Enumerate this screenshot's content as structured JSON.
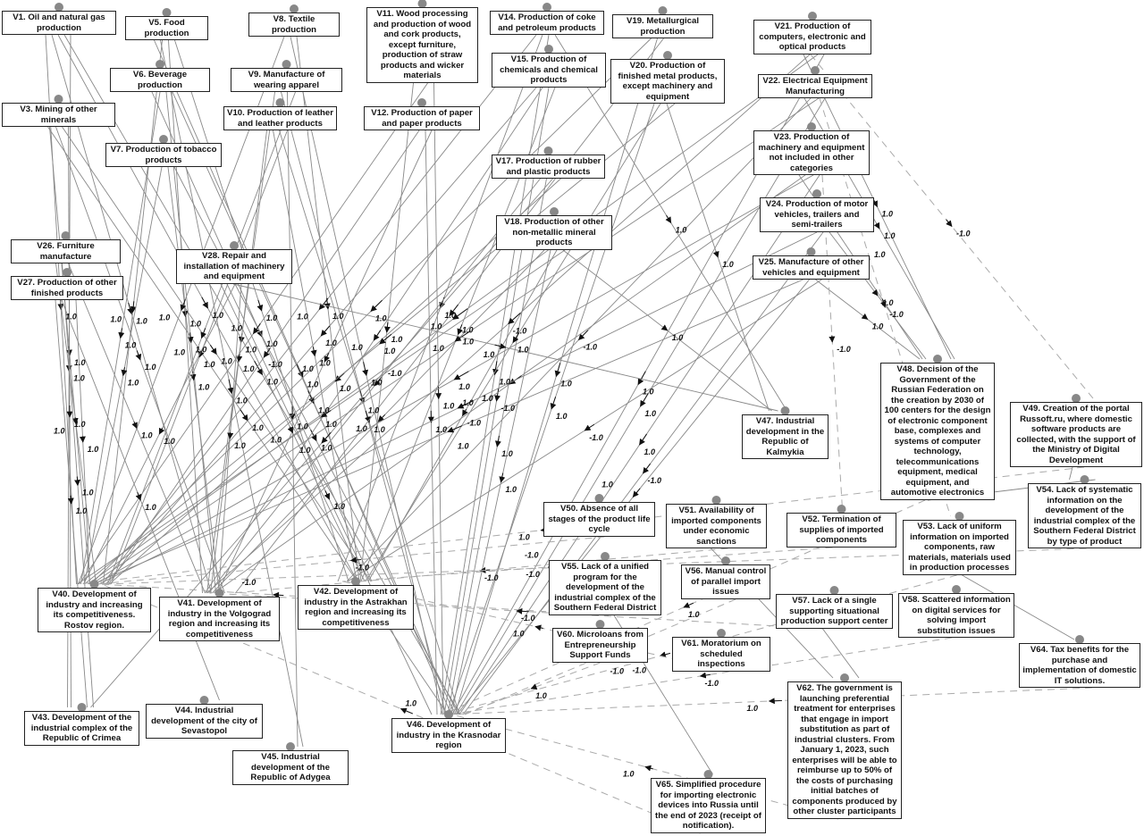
{
  "nodes": [
    {
      "id": "V1",
      "label": "V1. Oil and natural gas production"
    },
    {
      "id": "V3",
      "label": "V3. Mining of other minerals"
    },
    {
      "id": "V5",
      "label": "V5. Food production"
    },
    {
      "id": "V6",
      "label": "V6. Beverage production"
    },
    {
      "id": "V7",
      "label": "V7. Production of tobacco products"
    },
    {
      "id": "V8",
      "label": "V8. Textile production"
    },
    {
      "id": "V9",
      "label": "V9. Manufacture of wearing apparel"
    },
    {
      "id": "V10",
      "label": "V10. Production of leather and leather products"
    },
    {
      "id": "V11",
      "label": "V11. Wood processing and production of wood and cork products, except furniture, production of straw products and wicker materials"
    },
    {
      "id": "V12",
      "label": "V12. Production of paper and paper products"
    },
    {
      "id": "V14",
      "label": "V14. Production of coke and petroleum products"
    },
    {
      "id": "V15",
      "label": "V15. Production of chemicals and chemical products"
    },
    {
      "id": "V17",
      "label": "V17. Production of rubber and plastic products"
    },
    {
      "id": "V18",
      "label": "V18. Production of other non-metallic mineral products"
    },
    {
      "id": "V19",
      "label": "V19. Metallurgical production"
    },
    {
      "id": "V20",
      "label": "V20. Production of finished metal products, except machinery and equipment"
    },
    {
      "id": "V21",
      "label": "V21. Production of computers, electronic and optical products"
    },
    {
      "id": "V22",
      "label": "V22. Electrical Equipment Manufacturing"
    },
    {
      "id": "V23",
      "label": "V23. Production of machinery and equipment not included in other categories"
    },
    {
      "id": "V24",
      "label": "V24. Production of motor vehicles, trailers and semi-trailers"
    },
    {
      "id": "V25",
      "label": "V25. Manufacture of other vehicles and equipment"
    },
    {
      "id": "V26",
      "label": "V26. Furniture manufacture"
    },
    {
      "id": "V27",
      "label": "V27. Production of other finished products"
    },
    {
      "id": "V28",
      "label": "V28. Repair and installation of machinery and equipment"
    },
    {
      "id": "V40",
      "label": "V40. Development of industry and increasing its competitiveness. Rostov region."
    },
    {
      "id": "V41",
      "label": "V41. Development of industry in the Volgograd region and increasing its competitiveness"
    },
    {
      "id": "V42",
      "label": "V42. Development of industry in the Astrakhan region and increasing its competitiveness"
    },
    {
      "id": "V43",
      "label": "V43. Development of the industrial complex of the Republic of Crimea"
    },
    {
      "id": "V44",
      "label": "V44. Industrial development of the city of Sevastopol"
    },
    {
      "id": "V45",
      "label": "V45. Industrial development of the Republic of Adygea"
    },
    {
      "id": "V46",
      "label": "V46. Development of industry in the Krasnodar region"
    },
    {
      "id": "V47",
      "label": "V47. Industrial development in the Republic of Kalmykia"
    },
    {
      "id": "V48",
      "label": "V48. Decision of the Government of the Russian Federation on the creation by 2030 of 100 centers for the design of electronic component base, complexes and systems of computer technology, telecommunications equipment, medical equipment, and automotive electronics"
    },
    {
      "id": "V49",
      "label": "V49. Creation of the portal Russoft.ru, where domestic software products are collected, with the support of the Ministry of Digital Development"
    },
    {
      "id": "V50",
      "label": "V50. Absence of all stages of the product life cycle"
    },
    {
      "id": "V51",
      "label": "V51. Availability of imported components under economic sanctions"
    },
    {
      "id": "V52",
      "label": "V52. Termination of supplies of imported components"
    },
    {
      "id": "V53",
      "label": "V53. Lack of uniform information on imported components, raw materials, materials used in production processes"
    },
    {
      "id": "V54",
      "label": "V54. Lack of systematic information on the development of the industrial complex of the Southern Federal District by type of product"
    },
    {
      "id": "V55",
      "label": "V55. Lack of a unified program for the development of the industrial complex of the Southern Federal District"
    },
    {
      "id": "V56",
      "label": "V56. Manual control of parallel import issues"
    },
    {
      "id": "V57",
      "label": "V57. Lack of a single supporting situational production support center"
    },
    {
      "id": "V58",
      "label": "V58. Scattered information on digital services for solving import substitution issues"
    },
    {
      "id": "V60",
      "label": "V60. Microloans from Entrepreneurship Support Funds"
    },
    {
      "id": "V61",
      "label": "V61. Moratorium on scheduled inspections"
    },
    {
      "id": "V62",
      "label": "V62. The government is launching preferential treatment for enterprises that engage in import substitution as part of industrial clusters. From January 1, 2023, such enterprises will be able to reimburse up to 50% of the costs of purchasing initial batches of components produced by other cluster participants"
    },
    {
      "id": "V64",
      "label": "V64. Tax benefits for the purchase and implementation of domestic IT solutions."
    },
    {
      "id": "V65",
      "label": "V65. Simplified procedure for importing electronic devices into Russia until the end of 2023 (receipt of notification)."
    }
  ],
  "edges": [
    [
      "V1",
      "V40",
      "1.0"
    ],
    [
      "V1",
      "V41",
      "1.0"
    ],
    [
      "V1",
      "V42",
      "1.0"
    ],
    [
      "V1",
      "V46",
      "1.0"
    ],
    [
      "V1",
      "V43",
      "1.0"
    ],
    [
      "V3",
      "V40",
      "1.0"
    ],
    [
      "V3",
      "V41",
      "1.0"
    ],
    [
      "V3",
      "V42",
      "1.0"
    ],
    [
      "V3",
      "V43",
      "1.0"
    ],
    [
      "V3",
      "V46",
      "1.0"
    ],
    [
      "V5",
      "V40",
      "1.0"
    ],
    [
      "V5",
      "V41",
      "1.0"
    ],
    [
      "V5",
      "V42",
      "1.0"
    ],
    [
      "V5",
      "V46",
      "1.0"
    ],
    [
      "V5",
      "V45",
      "1.0"
    ],
    [
      "V6",
      "V40",
      "1.0"
    ],
    [
      "V6",
      "V41",
      "1.0"
    ],
    [
      "V6",
      "V46",
      "1.0"
    ],
    [
      "V6",
      "V42",
      "1.0"
    ],
    [
      "V7",
      "V40",
      "1.0"
    ],
    [
      "V7",
      "V41",
      "1.0"
    ],
    [
      "V7",
      "V46",
      "1.0"
    ],
    [
      "V8",
      "V40",
      "1.0"
    ],
    [
      "V8",
      "V46",
      "1.0"
    ],
    [
      "V8",
      "V42",
      "1.0"
    ],
    [
      "V9",
      "V40",
      "1.0"
    ],
    [
      "V9",
      "V41",
      "1.0"
    ],
    [
      "V9",
      "V46",
      "1.0"
    ],
    [
      "V9",
      "V45",
      "1.0"
    ],
    [
      "V10",
      "V40",
      "1.0"
    ],
    [
      "V10",
      "V41",
      "1.0"
    ],
    [
      "V10",
      "V42",
      "1.0"
    ],
    [
      "V10",
      "V46",
      "1.0"
    ],
    [
      "V11",
      "V40",
      "1.0"
    ],
    [
      "V11",
      "V46",
      "1.0"
    ],
    [
      "V11",
      "V42",
      "1.0"
    ],
    [
      "V12",
      "V40",
      "-1.0"
    ],
    [
      "V12",
      "V46",
      "1.0"
    ],
    [
      "V12",
      "V41",
      "1.0"
    ],
    [
      "V14",
      "V40",
      "1.0"
    ],
    [
      "V14",
      "V42",
      "1.0"
    ],
    [
      "V14",
      "V46",
      "1.0"
    ],
    [
      "V14",
      "V47",
      "1.0"
    ],
    [
      "V15",
      "V40",
      "1.0"
    ],
    [
      "V15",
      "V41",
      "1.0"
    ],
    [
      "V15",
      "V46",
      "-1.0"
    ],
    [
      "V15",
      "V42",
      "1.0"
    ],
    [
      "V17",
      "V40",
      "1.0"
    ],
    [
      "V17",
      "V41",
      "-1.0"
    ],
    [
      "V17",
      "V46",
      "1.0"
    ],
    [
      "V17",
      "V43",
      "1.0"
    ],
    [
      "V18",
      "V40",
      "1.0"
    ],
    [
      "V18",
      "V41",
      "1.0"
    ],
    [
      "V18",
      "V46",
      "1.0"
    ],
    [
      "V18",
      "V42",
      "-1.0"
    ],
    [
      "V18",
      "V47",
      "1.0"
    ],
    [
      "V19",
      "V40",
      "1.0"
    ],
    [
      "V19",
      "V46",
      "1.0"
    ],
    [
      "V19",
      "V41",
      "-1.0"
    ],
    [
      "V20",
      "V40",
      "1.0"
    ],
    [
      "V20",
      "V46",
      "1.0"
    ],
    [
      "V20",
      "V42",
      "1.0"
    ],
    [
      "V20",
      "V47",
      "1.0"
    ],
    [
      "V21",
      "V40",
      "1.0"
    ],
    [
      "V21",
      "V46",
      "1.0"
    ],
    [
      "V21",
      "V48",
      "1.0"
    ],
    [
      "V21",
      "V41",
      "-1.0"
    ],
    [
      "V22",
      "V40",
      "1.0"
    ],
    [
      "V22",
      "V46",
      "1.0"
    ],
    [
      "V22",
      "V48",
      "1.0"
    ],
    [
      "V22",
      "V42",
      "-1.0"
    ],
    [
      "V23",
      "V40",
      "1.0"
    ],
    [
      "V23",
      "V46",
      "1.0"
    ],
    [
      "V23",
      "V48",
      "1.0"
    ],
    [
      "V23",
      "V41",
      "1.0"
    ],
    [
      "V24",
      "V40",
      "1.0"
    ],
    [
      "V24",
      "V46",
      "-1.0"
    ],
    [
      "V24",
      "V48",
      "1.0"
    ],
    [
      "V25",
      "V40",
      "1.0"
    ],
    [
      "V25",
      "V46",
      "1.0"
    ],
    [
      "V25",
      "V48",
      "1.0"
    ],
    [
      "V25",
      "V42",
      "-1.0"
    ],
    [
      "V26",
      "V40",
      "1.0"
    ],
    [
      "V26",
      "V43",
      "1.0"
    ],
    [
      "V26",
      "V41",
      "1.0"
    ],
    [
      "V27",
      "V40",
      "1.0"
    ],
    [
      "V27",
      "V43",
      "1.0"
    ],
    [
      "V27",
      "V44",
      "1.0"
    ],
    [
      "V28",
      "V40",
      "1.0"
    ],
    [
      "V28",
      "V41",
      "1.0"
    ],
    [
      "V28",
      "V42",
      "1.0"
    ],
    [
      "V28",
      "V46",
      "1.0"
    ],
    [
      "V28",
      "V47",
      "1.0"
    ],
    [
      "V50",
      "V40",
      "-1.0",
      "d"
    ],
    [
      "V51",
      "V41",
      "-1.0",
      "d"
    ],
    [
      "V52",
      "V42",
      "-1.0",
      "d"
    ],
    [
      "V53",
      "V46",
      "-1.0",
      "d"
    ],
    [
      "V55",
      "V40",
      "-1.0",
      "d"
    ],
    [
      "V56",
      "V46",
      "-1.0",
      "d"
    ],
    [
      "V57",
      "V41",
      "-1.0",
      "d"
    ],
    [
      "V58",
      "V46",
      "-1.0",
      "d"
    ],
    [
      "V54",
      "V40",
      "-1.0",
      "d"
    ],
    [
      "V49",
      "V40",
      "1.0",
      "d"
    ],
    [
      "V48",
      "V46",
      "1.0",
      "d"
    ],
    [
      "V62",
      "V46",
      "1.0",
      "d"
    ],
    [
      "V60",
      "V46",
      "1.0",
      "d"
    ],
    [
      "V61",
      "V42",
      "1.0",
      "d"
    ],
    [
      "V64",
      "V46",
      "1.0",
      "d"
    ],
    [
      "V65",
      "V40",
      "1.0",
      "d"
    ],
    [
      "V21",
      "V49",
      "-1.0",
      "d"
    ],
    [
      "V22",
      "V53",
      "-1.0",
      "d"
    ],
    [
      "V23",
      "V52",
      "-1.0",
      "d"
    ],
    [
      "V48",
      "V54",
      ""
    ],
    [
      "V49",
      "V54",
      ""
    ],
    [
      "V53",
      "V64",
      ""
    ],
    [
      "V55",
      "V65",
      ""
    ],
    [
      "V57",
      "V62",
      ""
    ],
    [
      "V51",
      "V62",
      ""
    ]
  ],
  "colors": {
    "edge": "#888888",
    "dashed": "#aaaaaa",
    "node_dot": "#888888",
    "border": "#222222"
  }
}
